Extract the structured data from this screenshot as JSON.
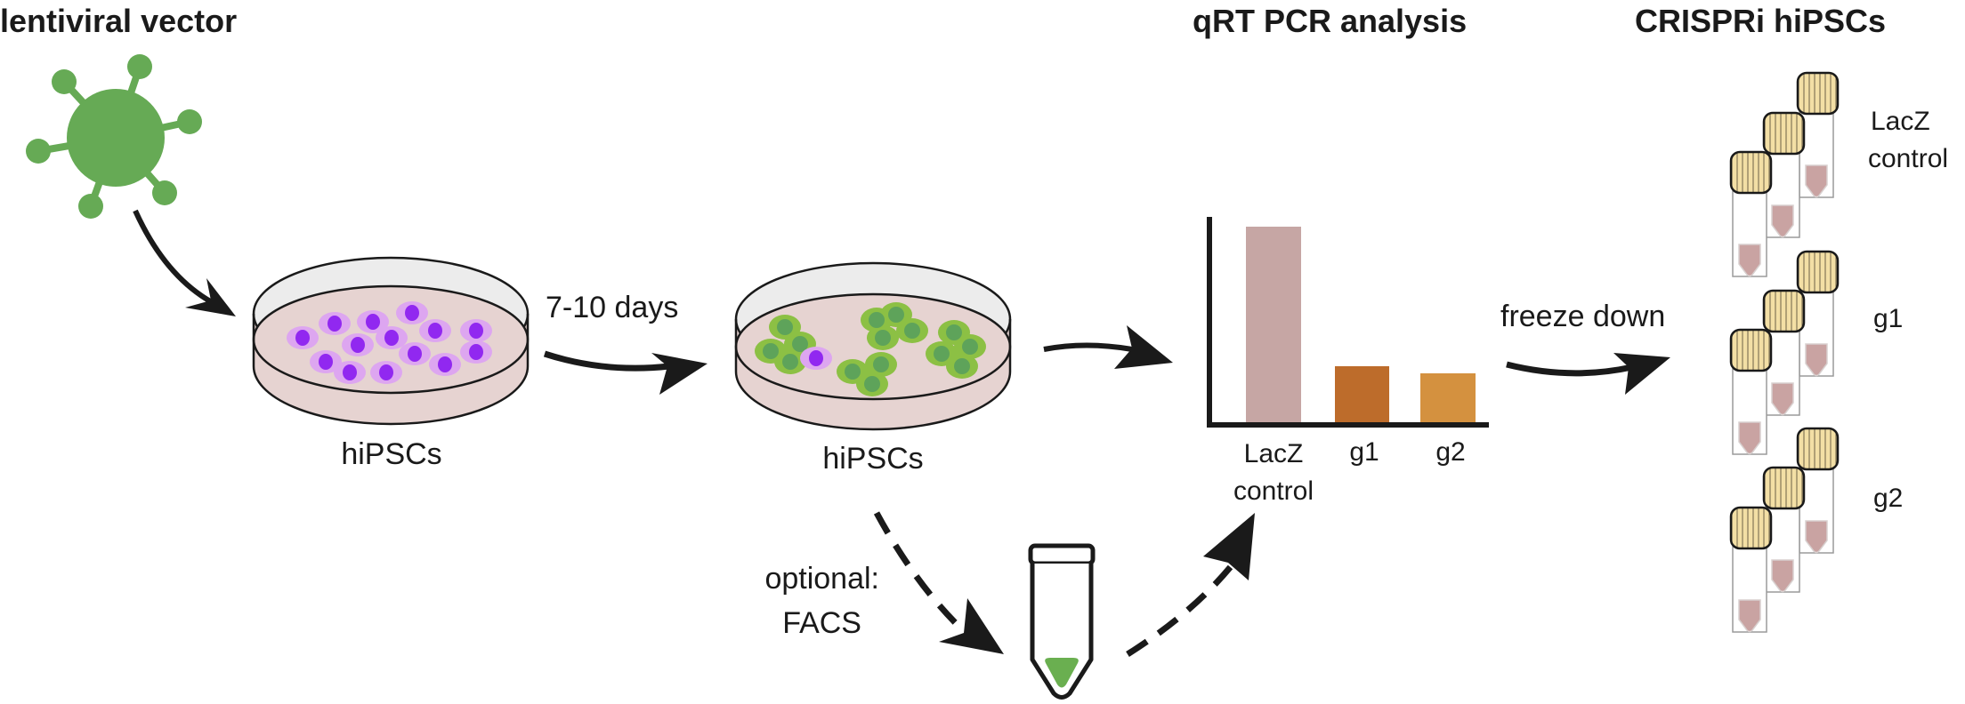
{
  "headings": {
    "vector": "lentiviral vector",
    "qpcr": "qRT PCR analysis",
    "crispri": "CRISPRi hiPSCs"
  },
  "steps": {
    "dish1_label": "hiPSCs",
    "dish2_label": "hiPSCs",
    "incubation": "7-10 days",
    "facs_line1": "optional:",
    "facs_line2": "FACS",
    "freeze": "freeze down"
  },
  "chart_labels": {
    "lacz_line1": "LacZ",
    "lacz_line2": "control",
    "g1": "g1",
    "g2": "g2"
  },
  "tube_groups": {
    "lacz_line1": "LacZ",
    "lacz_line2": "control",
    "g1": "g1",
    "g2": "g2"
  },
  "colors": {
    "virus_green": "#66aa55",
    "cell_purple_outer": "#dda6f0",
    "cell_purple_inner": "#9128f0",
    "cell_green_outer": "#8cc044",
    "cell_green_inner": "#5ea35a",
    "dish_media": "#e6d3d1",
    "dish_lid": "#ececec",
    "bar_lacz": "#c6a6a4",
    "bar_g1": "#bd6c2b",
    "bar_g2": "#d4913f",
    "cap_fill": "#f3dfa5",
    "liquid": "#c9a3a2"
  },
  "chart_data": {
    "type": "bar",
    "title": "qRT PCR analysis",
    "categories": [
      "LacZ control",
      "g1",
      "g2"
    ],
    "values": [
      1.0,
      0.28,
      0.25
    ],
    "xlabel": "",
    "ylabel": "",
    "ylim": [
      0,
      1.05
    ],
    "grid": false,
    "legend": "none",
    "colors": [
      "#c6a6a4",
      "#bd6c2b",
      "#d4913f"
    ]
  }
}
